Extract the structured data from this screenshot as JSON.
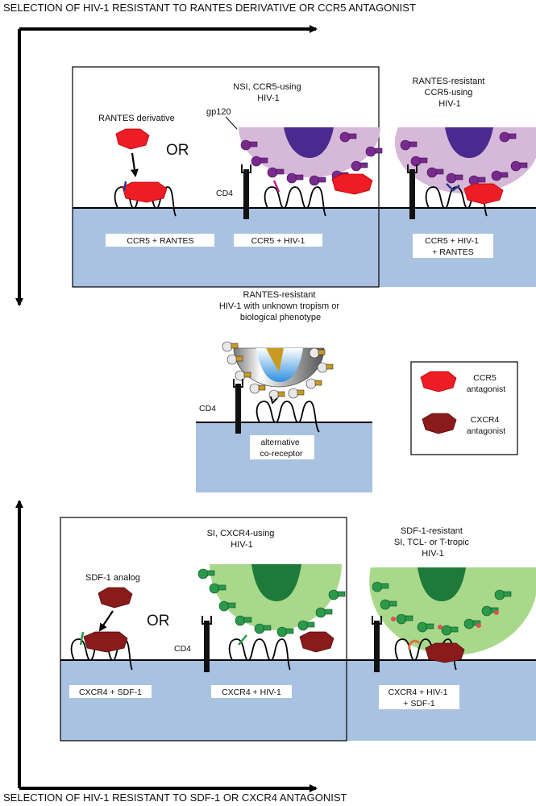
{
  "top_caption": "SELECTION OF HIV-1 RESISTANT TO RANTES DERIVATIVE OR CCR5 ANTAGONIST",
  "bottom_caption": "SELECTION OF HIV-1 RESISTANT TO SDF-1 OR CXCR4 ANTAGONIST",
  "colors": {
    "membrane": "#a9c2e2",
    "ccr5_antagonist": "#ee1c24",
    "cxcr4_antagonist": "#8b1a1a",
    "r5_virus": "#d6b8d9",
    "r5_core": "#4b2a8f",
    "r5_spike": "#7a2a8e",
    "x4_virus": "#a8d98a",
    "x4_core": "#1d7a3a",
    "x4_spike": "#2a9a4a"
  },
  "top_panel": {
    "or": "OR",
    "rantes_derivative": "RANTES derivative",
    "nsi_title": [
      "NSI, CCR5-using",
      "HIV-1"
    ],
    "gp120": "gp120",
    "cd4": "CD4",
    "ccr5_rantes": "CCR5 + RANTES",
    "ccr5_hiv": "CCR5 + HIV-1",
    "resistant_title": [
      "RANTES-resistant",
      "CCR5-using",
      "HIV-1"
    ],
    "ccr5_hiv_rantes": [
      "CCR5 + HIV-1",
      "+ RANTES"
    ]
  },
  "middle_panel": {
    "title": [
      "RANTES-resistant",
      "HIV-1 with unknown tropism or",
      "biological phenotype"
    ],
    "cd4": "CD4",
    "coreceptor": [
      "alternative",
      "co-receptor"
    ]
  },
  "legend": {
    "ccr5": [
      "CCR5",
      "antagonist"
    ],
    "cxcr4": [
      "CXCR4",
      "antagonist"
    ]
  },
  "bottom_panel": {
    "or": "OR",
    "sdf_analog": "SDF-1 analog",
    "si_title": [
      "SI, CXCR4-using",
      "HIV-1"
    ],
    "cd4": "CD4",
    "cxcr4_sdf": "CXCR4 + SDF-1",
    "cxcr4_hiv": "CXCR4 + HIV-1",
    "resistant_title": [
      "SDF-1-resistant",
      "SI, TCL- or T-tropic",
      "HIV-1"
    ],
    "cxcr4_hiv_sdf": [
      "CXCR4 + HIV-1",
      "+ SDF-1"
    ]
  }
}
